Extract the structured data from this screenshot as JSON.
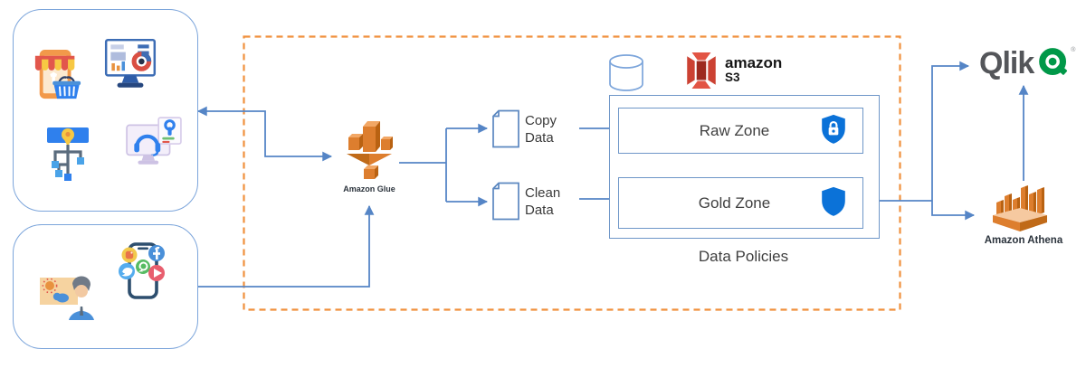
{
  "diagram": {
    "source_groups": [
      {
        "name": "business-data-sources",
        "icons": [
          "online-store-icon",
          "analytics-dashboard-icon",
          "network-location-icon",
          "customer-support-icon"
        ]
      },
      {
        "name": "external-data-sources",
        "icons": [
          "weather-presenter-icon",
          "social-media-apps-icon"
        ]
      }
    ],
    "etl": {
      "glue_label": "Amazon Glue",
      "copy_data_label": "Copy Data",
      "clean_data_label": "Clean Data",
      "icons": [
        "glue-icon",
        "document-icon"
      ]
    },
    "storage": {
      "s3_brand": "amazon",
      "s3_product": "S3",
      "raw_zone_label": "Raw Zone",
      "gold_zone_label": "Gold Zone",
      "policies_label": "Data Policies",
      "icons": [
        "database-cylinder-icon",
        "s3-bucket-icon",
        "shield-lock-icon",
        "shield-icon"
      ]
    },
    "analytics": {
      "qlik_label": "Qlik",
      "qlik_trademark": "®",
      "athena_label": "Amazon Athena",
      "icons": [
        "qlik-q-icon",
        "athena-icon"
      ]
    },
    "colors": {
      "connector_blue": "#5585C6",
      "dashed_container_orange": "#F0913E",
      "source_box_border_blue": "#7CA5DB",
      "zone_border_blue": "#6E96C8",
      "aws_orange": "#DD7E2E",
      "s3_red": "#E25444",
      "shield_blue": "#0B72D8",
      "qlik_green": "#009848",
      "qlik_gray": "#54565A"
    }
  }
}
